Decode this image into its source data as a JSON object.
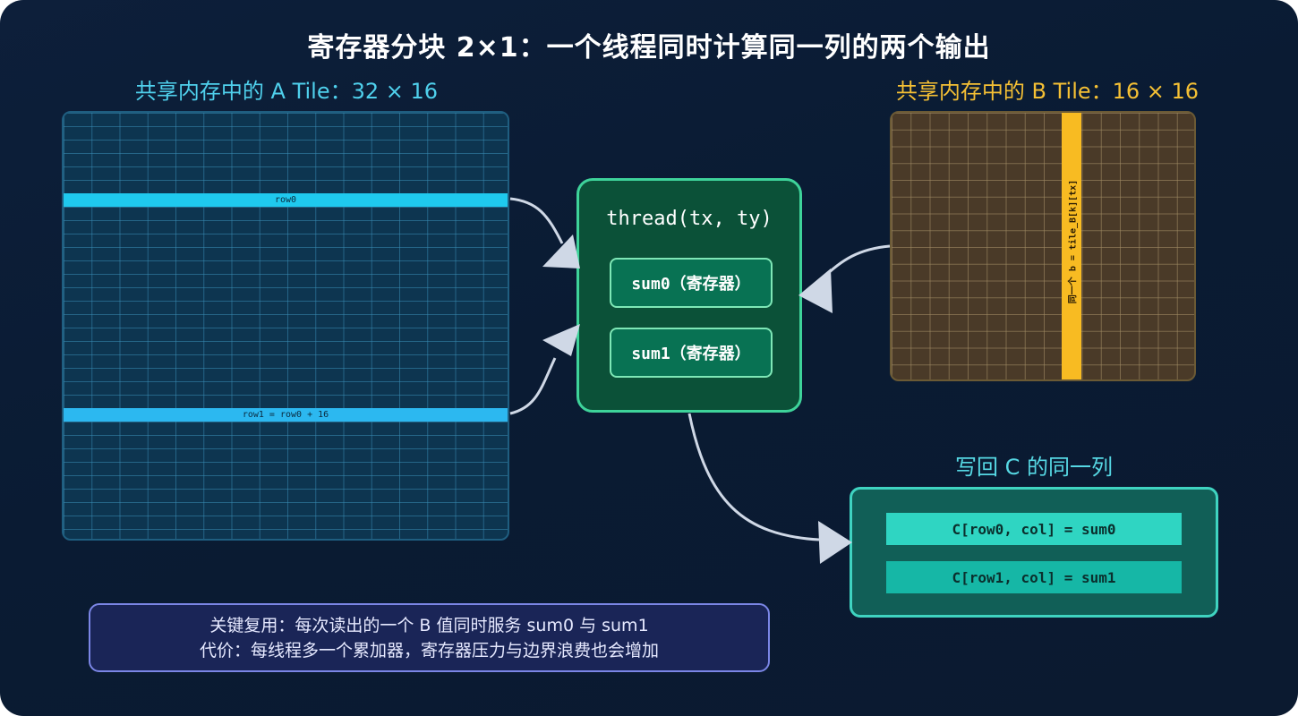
{
  "title": "寄存器分块 2×1：一个线程同时计算同一列的两个输出",
  "tile_a": {
    "caption": "共享内存中的 A Tile：32 × 16",
    "row0_label": "row0",
    "row1_label": "row1 = row0 + 16"
  },
  "tile_b": {
    "caption": "共享内存中的 B Tile：16 × 16",
    "column_label": "同一个 b = tile_B[k][tx]"
  },
  "thread": {
    "title": "thread(tx, ty)",
    "reg0": "sum0（寄存器）",
    "reg1": "sum1（寄存器）"
  },
  "output": {
    "caption": "写回 C 的同一列",
    "row0": "C[row0, col] = sum0",
    "row1": "C[row1, col] = sum1"
  },
  "note": {
    "line1": "关键复用：每次读出的一个 B 值同时服务 sum0 与 sum1",
    "line2": "代价：每线程多一个累加器，寄存器压力与边界浪费也会增加"
  },
  "colors": {
    "background": "#0b1d36",
    "tile_a_accent": "#1fc9ee",
    "tile_b_accent": "#f8bb22",
    "thread_border": "#3ed39a",
    "output_border": "#3fd3c0",
    "note_border": "#7b86e6",
    "arrow": "#cfd8e6"
  }
}
